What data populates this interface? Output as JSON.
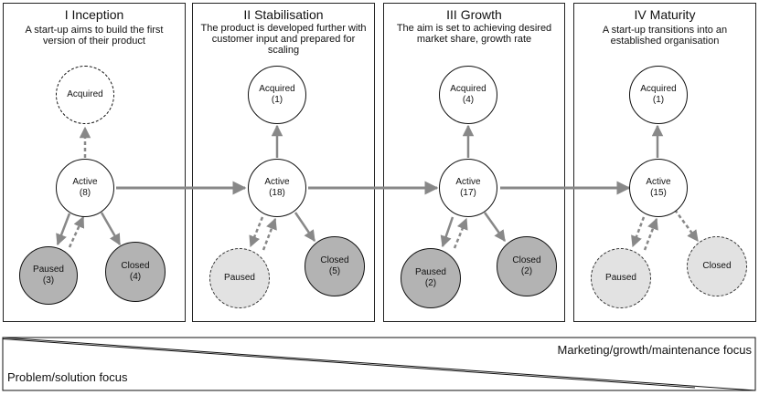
{
  "stages": [
    {
      "title": "I Inception",
      "description": "A start-up aims to build the first version of their product",
      "acquired": {
        "label": "Acquired",
        "count": ""
      },
      "active": {
        "label": "Active",
        "count": "(8)"
      },
      "paused": {
        "label": "Paused",
        "count": "(3)"
      },
      "closed": {
        "label": "Closed",
        "count": "(4)"
      }
    },
    {
      "title": "II Stabilisation",
      "description": "The product is developed further with customer input and prepared for scaling",
      "acquired": {
        "label": "Acquired",
        "count": "(1)"
      },
      "active": {
        "label": "Active",
        "count": "(18)"
      },
      "paused": {
        "label": "Paused",
        "count": ""
      },
      "closed": {
        "label": "Closed",
        "count": "(5)"
      }
    },
    {
      "title": "III Growth",
      "description": "The aim is set to achieving desired market share, growth rate",
      "acquired": {
        "label": "Acquired",
        "count": "(4)"
      },
      "active": {
        "label": "Active",
        "count": "(17)"
      },
      "paused": {
        "label": "Paused",
        "count": "(2)"
      },
      "closed": {
        "label": "Closed",
        "count": "(2)"
      }
    },
    {
      "title": "IV Maturity",
      "description": "A start-up transitions into an established organisation",
      "acquired": {
        "label": "Acquired",
        "count": "(1)"
      },
      "active": {
        "label": "Active",
        "count": "(15)"
      },
      "paused": {
        "label": "Paused",
        "count": ""
      },
      "closed": {
        "label": "Closed",
        "count": ""
      }
    }
  ],
  "focus": {
    "left": "Problem/solution focus",
    "right": "Marketing/growth/maintenance focus"
  },
  "colors": {
    "arrow": "#888888",
    "stroke": "#111111",
    "fill_active_gray": "#b3b3b3",
    "fill_light_gray": "#e2e2e2"
  }
}
